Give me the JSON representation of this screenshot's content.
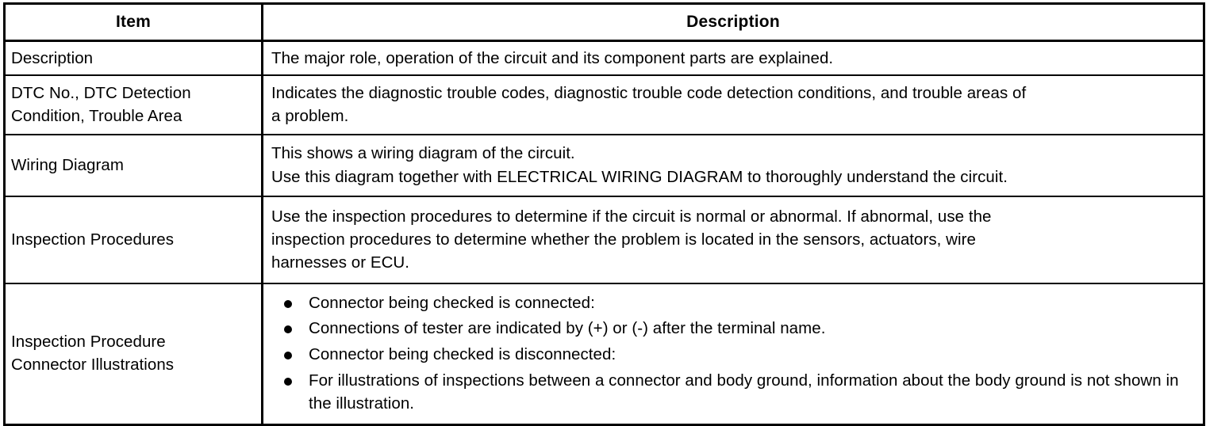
{
  "table": {
    "columns": [
      {
        "key": "item",
        "header": "Item"
      },
      {
        "key": "description",
        "header": "Description"
      }
    ],
    "rows": [
      {
        "id": "description",
        "item_lines": [
          "Description"
        ],
        "description_lines": [
          "The major role, operation of the circuit and its component parts are explained."
        ]
      },
      {
        "id": "dtc",
        "item_lines": [
          "DTC No., DTC Detection",
          "Condition, Trouble Area"
        ],
        "description_lines": [
          "Indicates the diagnostic trouble codes, diagnostic trouble code detection conditions, and trouble areas of",
          "a problem."
        ]
      },
      {
        "id": "wiring",
        "item_lines": [
          "Wiring Diagram"
        ],
        "description_lines": [
          "This shows a wiring diagram of the circuit.",
          "Use this diagram together with ELECTRICAL WIRING DIAGRAM to thoroughly understand the circuit."
        ]
      },
      {
        "id": "inspection",
        "item_lines": [
          "Inspection Procedures"
        ],
        "description_lines": [
          "Use the inspection procedures to determine if the circuit is normal or abnormal. If abnormal, use the",
          "inspection procedures to determine whether the problem is located in the sensors, actuators, wire",
          "harnesses or ECU."
        ]
      },
      {
        "id": "connector",
        "item_lines": [
          "Inspection Procedure",
          "Connector Illustrations"
        ],
        "bullets": [
          "Connector being checked is connected:",
          "Connections of tester are indicated by (+) or (-) after the terminal name.",
          "Connector being checked is disconnected:",
          "For illustrations of inspections between a connector and body ground, information about the body ground is not shown in the illustration."
        ]
      }
    ]
  },
  "colors": {
    "border": "#000000",
    "text": "#000000",
    "background": "#ffffff"
  }
}
